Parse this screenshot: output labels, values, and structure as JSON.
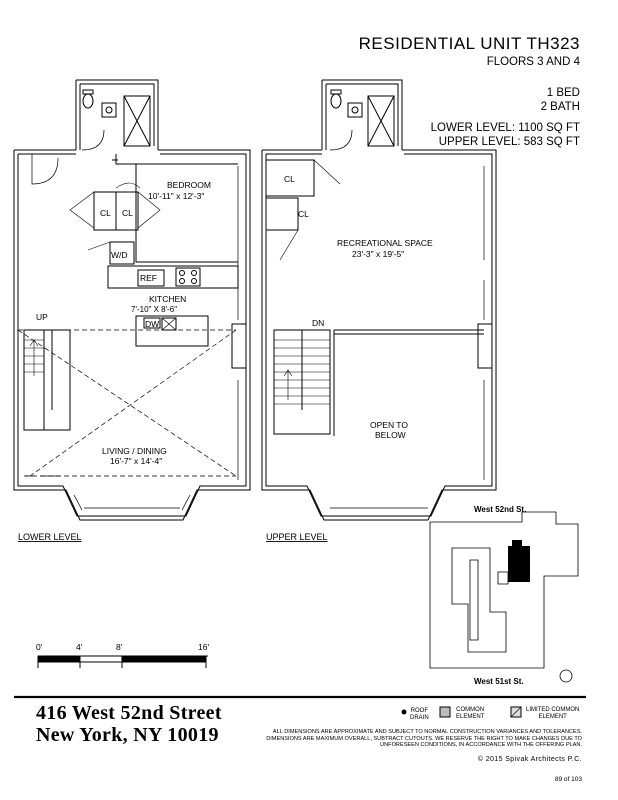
{
  "header": {
    "title": "RESIDENTIAL UNIT TH323",
    "subtitle": "FLOORS 3 AND 4",
    "beds": "1 BED",
    "baths": "2 BATH",
    "lower_sqft": "LOWER LEVEL: 1100 SQ FT",
    "upper_sqft": "UPPER LEVEL: 583 SQ FT"
  },
  "lower_plan": {
    "label": "LOWER LEVEL",
    "rooms": {
      "bedroom_name": "BEDROOM",
      "bedroom_dims": "10'-11\" x 12'-3\"",
      "cl1": "CL",
      "cl2": "CL",
      "wd": "W/D",
      "ref": "REF",
      "kitchen_name": "KITCHEN",
      "kitchen_dims": "7'-10\" X 8'-6\"",
      "dw": "DW",
      "up": "UP",
      "living_name": "LIVING / DINING",
      "living_dims": "16'-7\" x 14'-4\""
    }
  },
  "upper_plan": {
    "label": "UPPER LEVEL",
    "rooms": {
      "cl1": "CL",
      "cl2": "CL",
      "rec_name": "RECREATIONAL SPACE",
      "rec_dims": "23'-3\" x 19'-5\"",
      "dn": "DN",
      "open1": "OPEN TO",
      "open2": "BELOW"
    }
  },
  "site_map": {
    "north_street": "West 52nd St.",
    "south_street": "West 51st St."
  },
  "scale": {
    "ticks": [
      "0'",
      "4'",
      "8'",
      "16'"
    ]
  },
  "address": {
    "line1": "416 West 52nd Street",
    "line2": "New York, NY 10019"
  },
  "legend": {
    "roof_drain_1": "ROOF",
    "roof_drain_2": "DRAIN",
    "common_1": "COMMON",
    "common_2": "ELEMENT",
    "limited_1": "LIMITED COMMON",
    "limited_2": "ELEMENT"
  },
  "footer": {
    "disclaimer": "ALL DIMENSIONS ARE APPROXIMATE AND SUBJECT TO NORMAL CONSTRUCTION VARIANCES AND TOLERANCES. DIMENSIONS ARE MAXIMUM OVERALL, SUBTRACT CUTOUTS. WE RESERVE THE RIGHT TO MAKE CHANGES DUE TO UNFORESEEN CONDITIONS, IN ACCORDANCE WITH THE OFFERING PLAN.",
    "copyright": "© 2015 Spivak Architects P.C.",
    "page": "89 of 103"
  }
}
